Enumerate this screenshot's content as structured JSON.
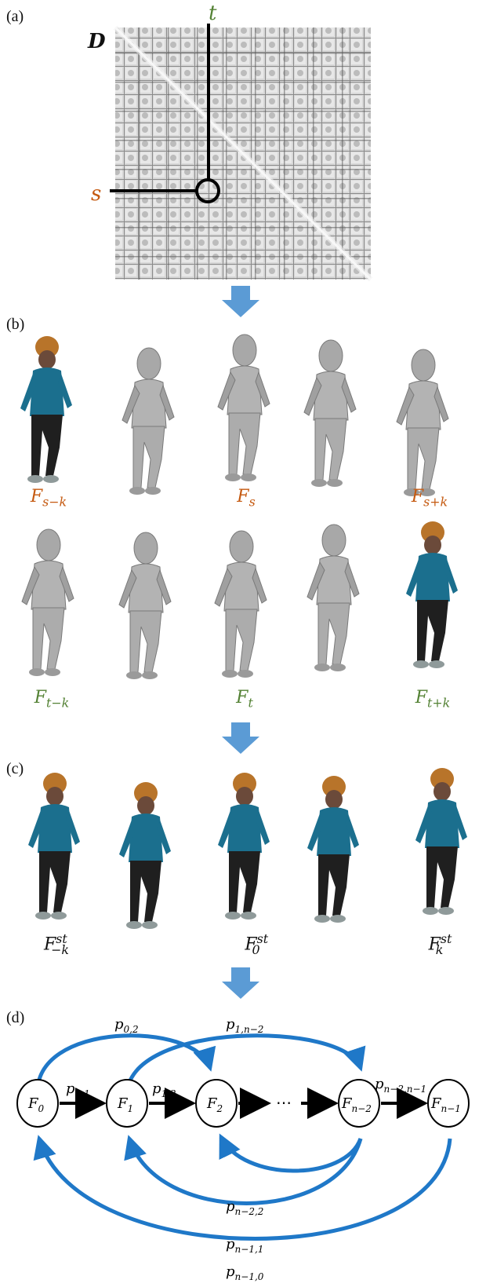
{
  "panels": {
    "a": "(a)",
    "b": "(b)",
    "c": "(c)",
    "d": "(d)"
  },
  "matrix": {
    "name": "D",
    "row_label": "s",
    "col_label": "t"
  },
  "row_s": {
    "labels": [
      {
        "base": "F",
        "sub": "s−k"
      },
      {
        "base": "F",
        "sub": "s"
      },
      {
        "base": "F",
        "sub": "s+k"
      }
    ]
  },
  "row_t": {
    "labels": [
      {
        "base": "F",
        "sub": "t−k"
      },
      {
        "base": "F",
        "sub": "t"
      },
      {
        "base": "F",
        "sub": "t+k"
      }
    ]
  },
  "row_st": {
    "labels": [
      {
        "base": "F",
        "sub": "−k",
        "sup": "st"
      },
      {
        "base": "F",
        "sub": "0",
        "sup": "st"
      },
      {
        "base": "F",
        "sub": "k",
        "sup": "st"
      }
    ]
  },
  "graph": {
    "nodes": [
      {
        "base": "F",
        "sub": "0"
      },
      {
        "base": "F",
        "sub": "1"
      },
      {
        "base": "F",
        "sub": "2"
      },
      {
        "base": "F",
        "sub": "n−2"
      },
      {
        "base": "F",
        "sub": "n−1"
      }
    ],
    "ellipsis": "⋯",
    "edge_labels": {
      "p01": {
        "base": "p",
        "sub": "0,1"
      },
      "p12": {
        "base": "p",
        "sub": "1,2"
      },
      "p02": {
        "base": "p",
        "sub": "0,2"
      },
      "p1n2": {
        "base": "p",
        "sub": "1,n−2"
      },
      "pn2n1": {
        "base": "p",
        "sub": "n−2,n−1"
      },
      "pn22": {
        "base": "p",
        "sub": "n−2,2"
      },
      "pn11": {
        "base": "p",
        "sub": "n−1,1"
      },
      "pn10": {
        "base": "p",
        "sub": "n−1,0"
      }
    }
  },
  "colors": {
    "orange": "#C55A11",
    "green": "#548235",
    "blue_arrow": "#5B9BD5",
    "blue_edge": "#1F78C8",
    "shirt": "#1B6F8E",
    "pants": "#1f1f1f",
    "hat": "#B8742A",
    "skin": "#6b4a3a",
    "mesh": "#a8a8a8"
  }
}
